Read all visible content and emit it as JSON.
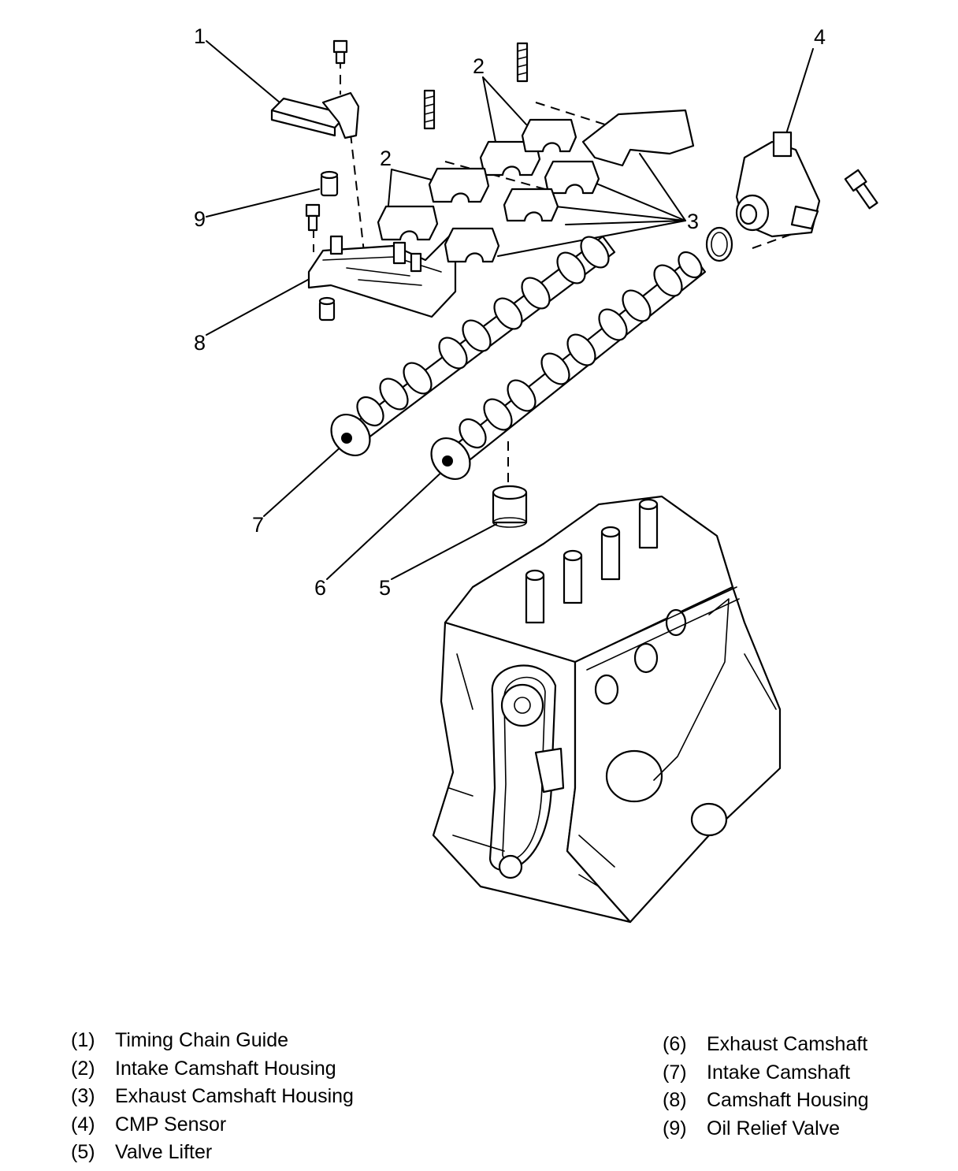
{
  "callouts": [
    "1",
    "2",
    "2",
    "3",
    "4",
    "5",
    "6",
    "7",
    "8",
    "9"
  ],
  "legend": {
    "left": [
      {
        "num": "(1)",
        "label": "Timing Chain Guide"
      },
      {
        "num": "(2)",
        "label": "Intake Camshaft Housing"
      },
      {
        "num": "(3)",
        "label": "Exhaust Camshaft Housing"
      },
      {
        "num": "(4)",
        "label": "CMP Sensor"
      },
      {
        "num": "(5)",
        "label": "Valve Lifter"
      }
    ],
    "right": [
      {
        "num": "(6)",
        "label": "Exhaust Camshaft"
      },
      {
        "num": "(7)",
        "label": "Intake Camshaft"
      },
      {
        "num": "(8)",
        "label": "Camshaft Housing"
      },
      {
        "num": "(9)",
        "label": "Oil Relief Valve"
      }
    ]
  }
}
